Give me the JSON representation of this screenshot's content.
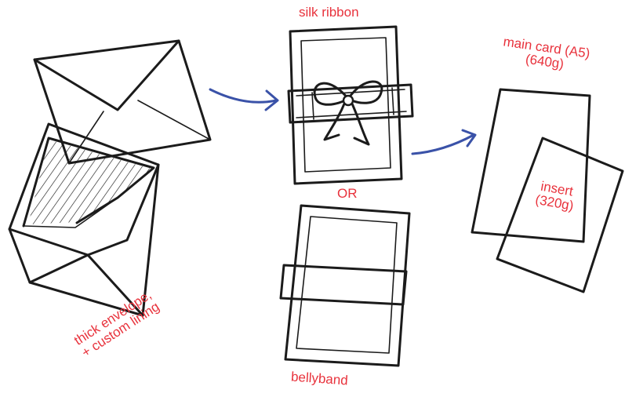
{
  "labels": {
    "silk_ribbon": "silk ribbon",
    "or": "OR",
    "bellyband": "bellyband",
    "main_card_line1": "main card (A5)",
    "main_card_line2": "(640g)",
    "insert_line1": "insert",
    "insert_line2": "(320g)",
    "envelope_line1": "thick envelope,",
    "envelope_line2": "+ custom lining"
  },
  "colors": {
    "label_red": "#e8323c",
    "arrow_blue": "#3a52a8",
    "ink": "#1b1b1b"
  }
}
